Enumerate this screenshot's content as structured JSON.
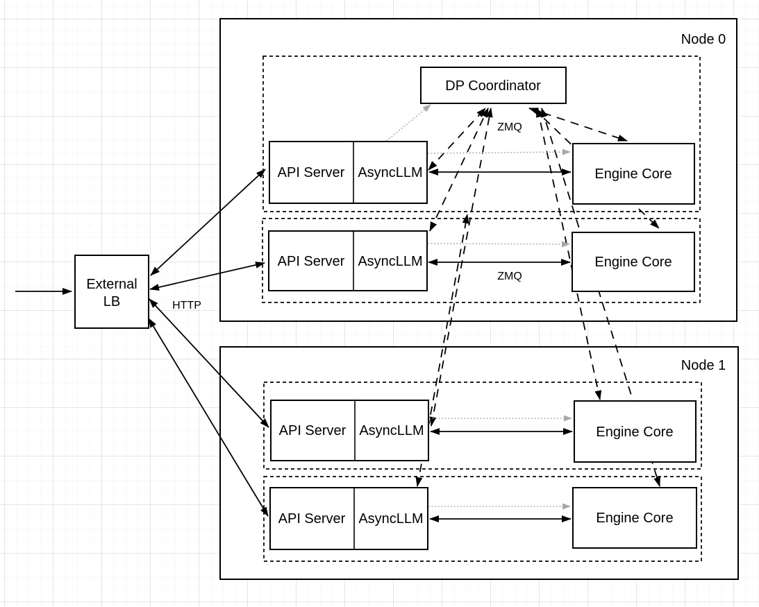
{
  "diagram": {
    "external_lb": {
      "line1": "External",
      "line2": "LB"
    },
    "coordinator": {
      "label": "DP Coordinator"
    },
    "edge_labels": {
      "http": "HTTP",
      "zmq_coordinator": "ZMQ",
      "zmq_engine": "ZMQ"
    },
    "nodes": [
      {
        "label": "Node 0",
        "rows": [
          {
            "api_server": "API Server",
            "async_llm": "AsyncLLM",
            "engine_core": "Engine Core"
          },
          {
            "api_server": "API Server",
            "async_llm": "AsyncLLM",
            "engine_core": "Engine Core"
          }
        ]
      },
      {
        "label": "Node 1",
        "rows": [
          {
            "api_server": "API Server",
            "async_llm": "AsyncLLM",
            "engine_core": "Engine Core"
          },
          {
            "api_server": "API Server",
            "async_llm": "AsyncLLM",
            "engine_core": "Engine Core"
          }
        ]
      }
    ],
    "colors": {
      "stroke": "#000000",
      "muted_arrow": "#a8a8a8",
      "box_fill": "#ffffff"
    }
  }
}
